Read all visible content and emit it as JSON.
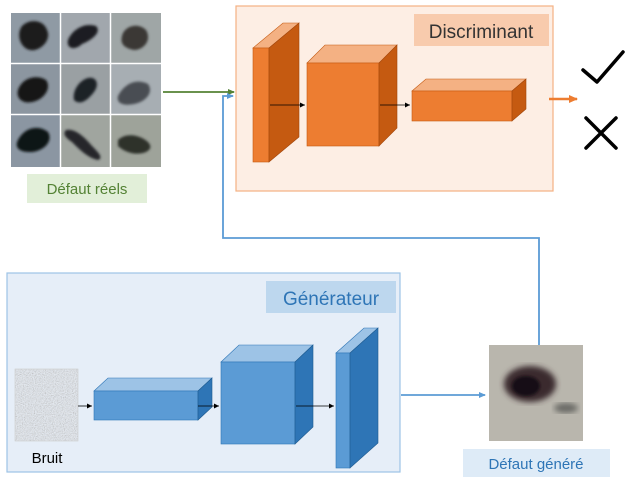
{
  "discriminator": {
    "title": "Discriminant",
    "colors": {
      "panel_fill": "#fdeee4",
      "panel_stroke": "#f4b183",
      "label_fill": "#f8cbad",
      "block_fill": "#ed7d31",
      "block_shade": "#c55a11"
    }
  },
  "generator": {
    "title": "Générateur",
    "colors": {
      "panel_fill": "#e6eef8",
      "panel_stroke": "#9dc3e6",
      "label_fill": "#bdd7ee",
      "block_fill": "#5b9bd5",
      "block_shade": "#2e75b6"
    }
  },
  "inputs": {
    "real_label": "Défaut réels",
    "real_label_fill": "#e2efd9",
    "real_label_color": "#548235",
    "noise_label": "Bruit",
    "generated_label": "Défaut généré",
    "generated_label_fill": "#deebf7",
    "generated_label_color": "#2e75b6"
  },
  "outputs": {
    "accept_icon": "check-icon",
    "reject_icon": "cross-icon"
  },
  "arrows": {
    "real_color": "#548235",
    "output_color": "#ed7d31",
    "feedback_color": "#5b9bd5"
  }
}
